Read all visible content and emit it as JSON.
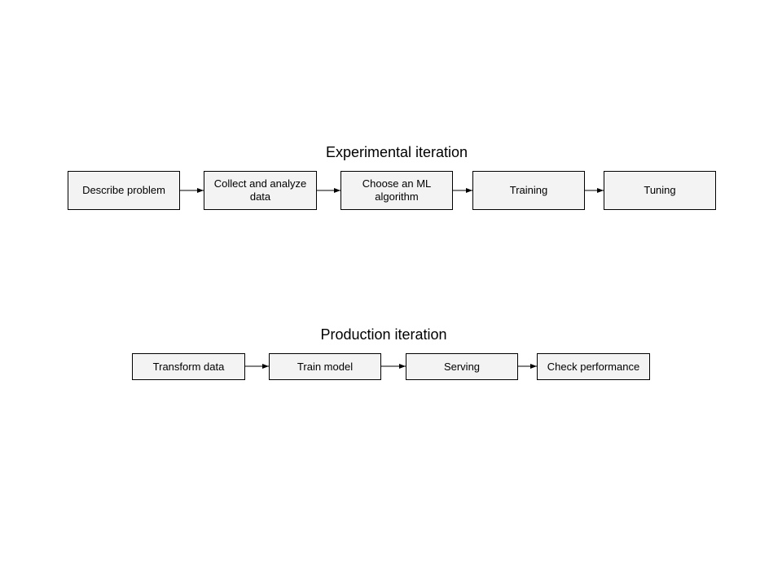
{
  "experimental": {
    "title": "Experimental iteration",
    "steps": [
      {
        "label": "Describe problem"
      },
      {
        "label": "Collect and analyze data"
      },
      {
        "label": "Choose an ML algorithm"
      },
      {
        "label": "Training"
      },
      {
        "label": "Tuning"
      }
    ]
  },
  "production": {
    "title": "Production iteration",
    "steps": [
      {
        "label": "Transform data"
      },
      {
        "label": "Train model"
      },
      {
        "label": "Serving"
      },
      {
        "label": "Check performance"
      }
    ]
  },
  "colors": {
    "box_fill": "#f3f3f3",
    "box_border": "#000000",
    "arrow": "#000000",
    "text": "#000000"
  }
}
